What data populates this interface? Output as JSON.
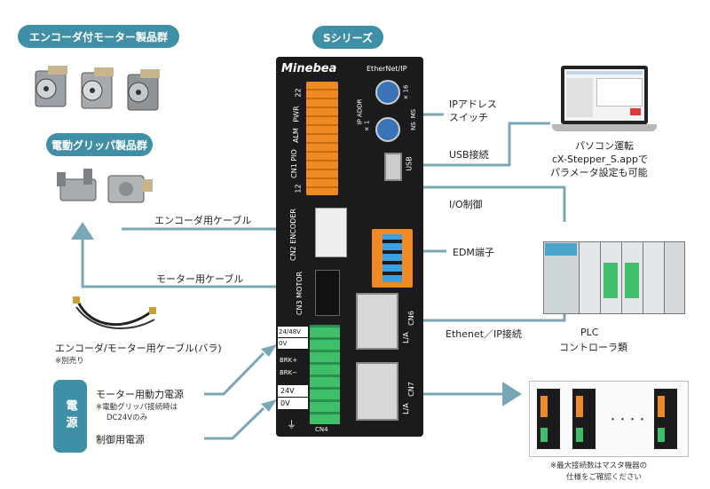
{
  "badges": {
    "encoder_motors": "エンコーダ付モーター製品群",
    "grippers": "電動グリッパ製品群",
    "series": "Sシリーズ"
  },
  "device": {
    "brand": "Minebea",
    "ethernet_logo": "EtherNet/IP",
    "port_22": "22",
    "port_pwr": "PWR",
    "port_alm": "ALM",
    "port_cn1": "CN1 PIO",
    "port_12": "12",
    "ip_addr": "IP ADDR",
    "x16": "× 16",
    "x1": "× 1",
    "ms": "MS",
    "ns": "NS",
    "usb": "USB",
    "cn2": "CN2 ENCODER",
    "cn3": "CN3 MOTOR",
    "cn6": "CN6",
    "cn7": "CN7",
    "la": "L/A",
    "cn4": "CN4",
    "term_2448v": "24/48V",
    "term_0v": "0V",
    "term_brkp": "BRK+",
    "term_brkm": "BRK−",
    "term_24v": "24V",
    "term_0v2": "0V",
    "ground": "⏚"
  },
  "labels": {
    "ip_switch_1": "IPアドレス",
    "ip_switch_2": "スイッチ",
    "usb_conn": "USB接続",
    "io_control": "I/O制御",
    "edm": "EDM端子",
    "ethernet_ip": "Ethenet／IP接続",
    "encoder_cable": "エンコーダ用ケーブル",
    "motor_cable": "モーター用ケーブル",
    "cable_bundle": "エンコーダ/モーター用ケーブル(バラ)",
    "sold_separately": "※別売り",
    "power_side": "電源",
    "motor_power": "モーター用動力電源",
    "gripper_note_1": "※電動グリッパ接続時は",
    "gripper_note_2": "DC24Vのみ",
    "control_power": "制御用電源",
    "pc_1": "パソコン運転",
    "pc_2": "cX-Stepper_S.appで",
    "pc_3": "パラメータ設定も可能",
    "plc_1": "PLC",
    "plc_2": "コントローラ類",
    "dots": "・・・・",
    "max_note_1": "※最大接続数はマスタ機器の",
    "max_note_2": "仕様をご確認ください"
  },
  "colors": {
    "arrow": "#7aa7b5",
    "badge": "#3f8fa6",
    "device_body": "#1b1b1d",
    "terminal_orange": "#f08a24",
    "terminal_green": "#3fbf6a",
    "terminal_blue": "#3aa0e0"
  }
}
